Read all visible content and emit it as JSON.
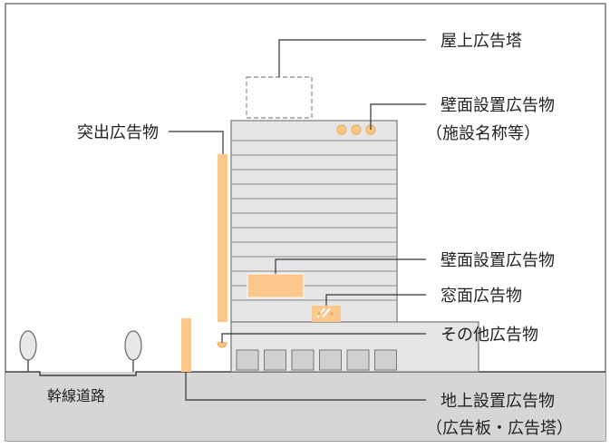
{
  "labels": {
    "rooftop": "屋上広告塔",
    "wall_top_line1": "壁面設置広告物",
    "wall_top_line2": "（施設名称等）",
    "projecting": "突出広告物",
    "wall_mid": "壁面設置広告物",
    "window": "窓面広告物",
    "other": "その他広告物",
    "ground_line1": "地上設置広告物",
    "ground_line2": "（広告板・広告塔）",
    "road": "幹線道路"
  },
  "colors": {
    "sign_orange": "#fbc78b",
    "sign_dark": "#f0a44a",
    "building_fill": "#e6e6e6",
    "building_stroke": "#777777",
    "ground_fill": "#d6d6d6",
    "line": "#333333"
  }
}
